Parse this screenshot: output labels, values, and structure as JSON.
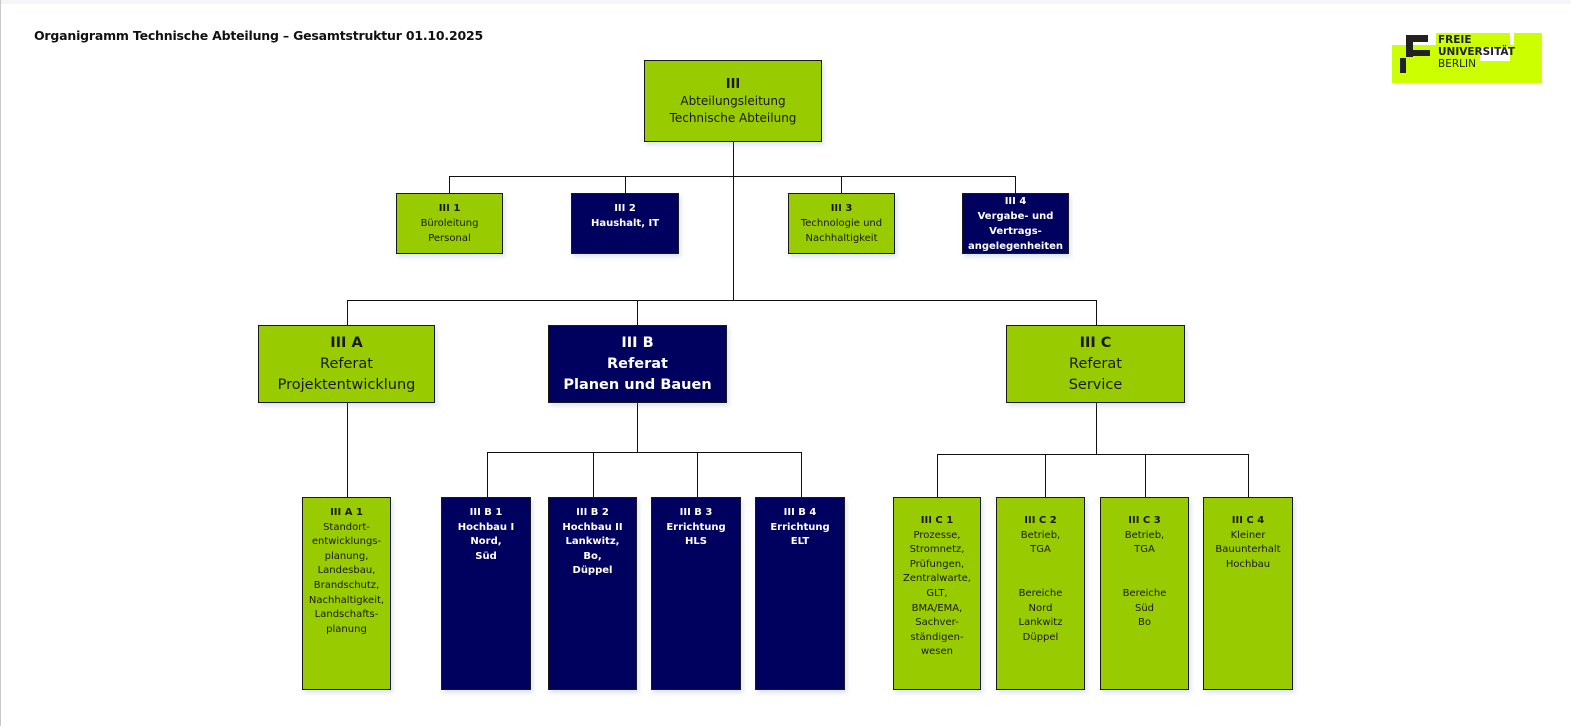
{
  "title": "Organigramm Technische Abteilung – Gesamtstruktur 01.10.2025",
  "logo": {
    "line1": "FREIE",
    "line2": "UNIVERSITÄT",
    "line3": "BERLIN",
    "accent_color": "#ccff00"
  },
  "colors": {
    "green": "#99cc00",
    "navy": "#00005e",
    "connector": "#111111"
  },
  "head": {
    "code": "III",
    "lines": [
      "Abteilungsleitung",
      "Technische Abteilung"
    ],
    "color": "green"
  },
  "staff": [
    {
      "code": "III 1",
      "lines": [
        "Büroleitung",
        "Personal"
      ],
      "color": "green"
    },
    {
      "code": "III 2",
      "lines": [
        "Haushalt, IT"
      ],
      "color": "navy"
    },
    {
      "code": "III 3",
      "lines": [
        "Technologie und",
        "Nachhaltigkeit"
      ],
      "color": "green"
    },
    {
      "code": "III 4",
      "lines": [
        "Vergabe- und",
        "Vertrags-",
        "angelegenheiten"
      ],
      "color": "navy"
    }
  ],
  "referate": [
    {
      "code": "III A",
      "lines": [
        "Referat",
        "Projektentwicklung"
      ],
      "color": "green",
      "units": [
        {
          "code": "III A 1",
          "lines": [
            "Standort-",
            "entwicklungs-",
            "planung,",
            "Landesbau,",
            "Brandschutz,",
            "Nachhaltigkeit,",
            "Landschafts-",
            "planung"
          ],
          "color": "green"
        }
      ]
    },
    {
      "code": "III B",
      "lines": [
        "Referat",
        "Planen und Bauen"
      ],
      "color": "navy",
      "units": [
        {
          "code": "III B 1",
          "lines": [
            "Hochbau I",
            "Nord,",
            "Süd"
          ],
          "color": "navy"
        },
        {
          "code": "III B 2",
          "lines": [
            "Hochbau II",
            "Lankwitz,",
            "Bo,",
            "Düppel"
          ],
          "color": "navy"
        },
        {
          "code": "III B 3",
          "lines": [
            "Errichtung",
            "HLS"
          ],
          "color": "navy"
        },
        {
          "code": "III B 4",
          "lines": [
            "Errichtung",
            "ELT"
          ],
          "color": "navy"
        }
      ]
    },
    {
      "code": "III C",
      "lines": [
        "Referat",
        "Service"
      ],
      "color": "green",
      "units": [
        {
          "code": "III C 1",
          "lines": [
            "Prozesse,",
            "Stromnetz,",
            "Prüfungen,",
            "Zentralwarte,",
            "GLT,",
            "BMA/EMA,",
            "Sachver-",
            "ständigen-",
            "wesen"
          ],
          "color": "green"
        },
        {
          "code": "III C 2",
          "lines": [
            "Betrieb,",
            "TGA",
            "",
            "",
            "Bereiche",
            "Nord",
            "Lankwitz",
            "Düppel"
          ],
          "color": "green"
        },
        {
          "code": "III C 3",
          "lines": [
            "Betrieb,",
            "TGA",
            "",
            "",
            "Bereiche",
            "Süd",
            "Bo"
          ],
          "color": "green"
        },
        {
          "code": "III C 4",
          "lines": [
            "Kleiner",
            "Bauunterhalt",
            "Hochbau"
          ],
          "color": "green"
        }
      ]
    }
  ]
}
